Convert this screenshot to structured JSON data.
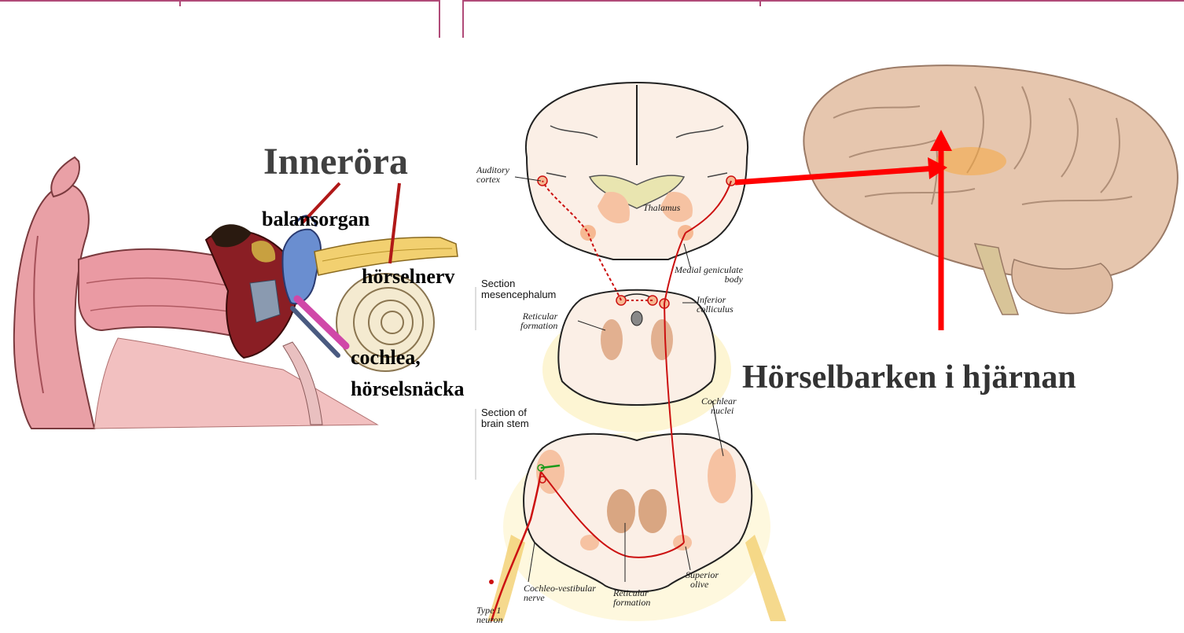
{
  "labels": {
    "inner_ear": "Innerörа",
    "balance_organ": "balansorgan",
    "hearing_nerve": "hörselnerv",
    "cochlea_line1": "cochlea,",
    "cochlea_line2": "hörselsnäcka",
    "auditory_cortex_heading": "Hörselbarken i hjärnan"
  },
  "brain_diagram": {
    "auditory_cortex": [
      "Auditory",
      "cortex"
    ],
    "thalamus": "Thalamus",
    "medial_geniculate": [
      "Medial geniculate",
      "body"
    ],
    "section_mesencephalum": [
      "Section",
      "mesencephalum"
    ],
    "inferior_colliculus": [
      "Inferior",
      "colliculus"
    ],
    "reticular_formation_upper": [
      "Reticular",
      "formation"
    ],
    "section_brain_stem": [
      "Section of",
      "brain stem"
    ],
    "cochlear_nuclei": [
      "Cochlear",
      "nuclei"
    ],
    "cochleo_vestibular": [
      "Cochleo-vestibular",
      "nerve"
    ],
    "reticular_formation_lower": [
      "Reticular",
      "formation"
    ],
    "superior_olive": [
      "Superior",
      "olive"
    ],
    "type1_neuron": [
      "Type 1",
      "neuron"
    ]
  },
  "colors": {
    "frame": "#b04a78",
    "arrow": "#ff0000",
    "pathway": "#cc1111",
    "tissue": "#fbefe6",
    "nucleus": "#f6b892"
  }
}
